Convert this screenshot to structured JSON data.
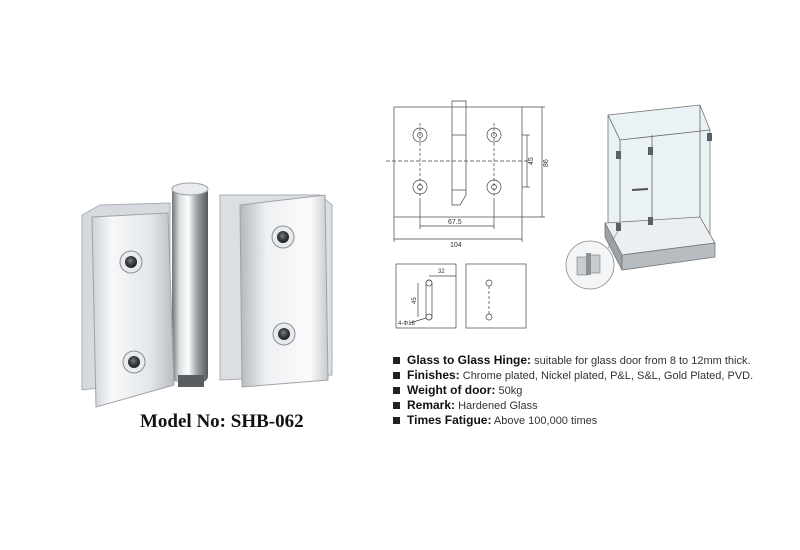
{
  "product": {
    "model_label": "Model No: SHB-062"
  },
  "drawing": {
    "dim_45": "45",
    "dim_86": "86",
    "dim_67_5": "67.5",
    "dim_104": "104",
    "dim_32": "32",
    "dim_45_b": "45",
    "dim_holes": "4-Φ16"
  },
  "specs": [
    {
      "label": "Glass to Glass Hinge:",
      "value": " suitable for glass door from 8 to 12mm thick."
    },
    {
      "label": "Finishes:",
      "value": " Chrome plated, Nickel plated, P&L, S&L, Gold Plated, PVD."
    },
    {
      "label": "Weight of door:",
      "value": " 50kg"
    },
    {
      "label": "Remark:",
      "value": " Hardened Glass"
    },
    {
      "label": "Times Fatigue:",
      "value": " Above 100,000 times"
    }
  ],
  "colors": {
    "metal_light": "#f2f3f5",
    "metal_dark": "#8a8f96",
    "glass": "#cfe3ea"
  },
  "icons": {
    "hinge": "glass-hinge-photo",
    "enclosure": "shower-enclosure-illustration"
  }
}
